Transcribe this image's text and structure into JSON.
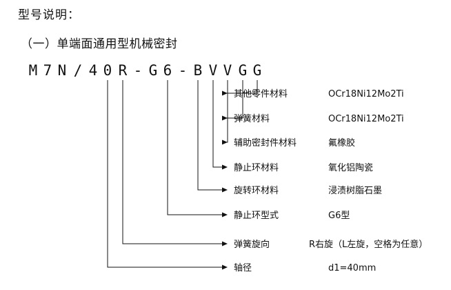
{
  "heading": "型号说明：",
  "subheading": "（一）单端面通用型机械密封",
  "code_chars": [
    "M",
    "7",
    "N",
    "/",
    "4",
    "0",
    "R",
    "-",
    "G",
    "6",
    "-",
    "B",
    "V",
    "V",
    "G",
    "G"
  ],
  "rows": [
    {
      "label": "其他零件材料",
      "value": "OCr18Ni12Mo2Ti"
    },
    {
      "label": "弹簧材料",
      "value": "OCr18Ni12Mo2Ti"
    },
    {
      "label": "辅助密封件材料",
      "value": "氟橡胶"
    },
    {
      "label": "静止环材料",
      "value": "氧化铝陶瓷"
    },
    {
      "label": "旋转环材料",
      "value": "浸渍树脂石墨"
    },
    {
      "label": "静止环型式",
      "value": "G6型"
    },
    {
      "label": "弹簧旋向",
      "value": "R右旋（L左旋，空格为任意）"
    },
    {
      "label": "轴径",
      "value": "d1=40mm"
    }
  ]
}
